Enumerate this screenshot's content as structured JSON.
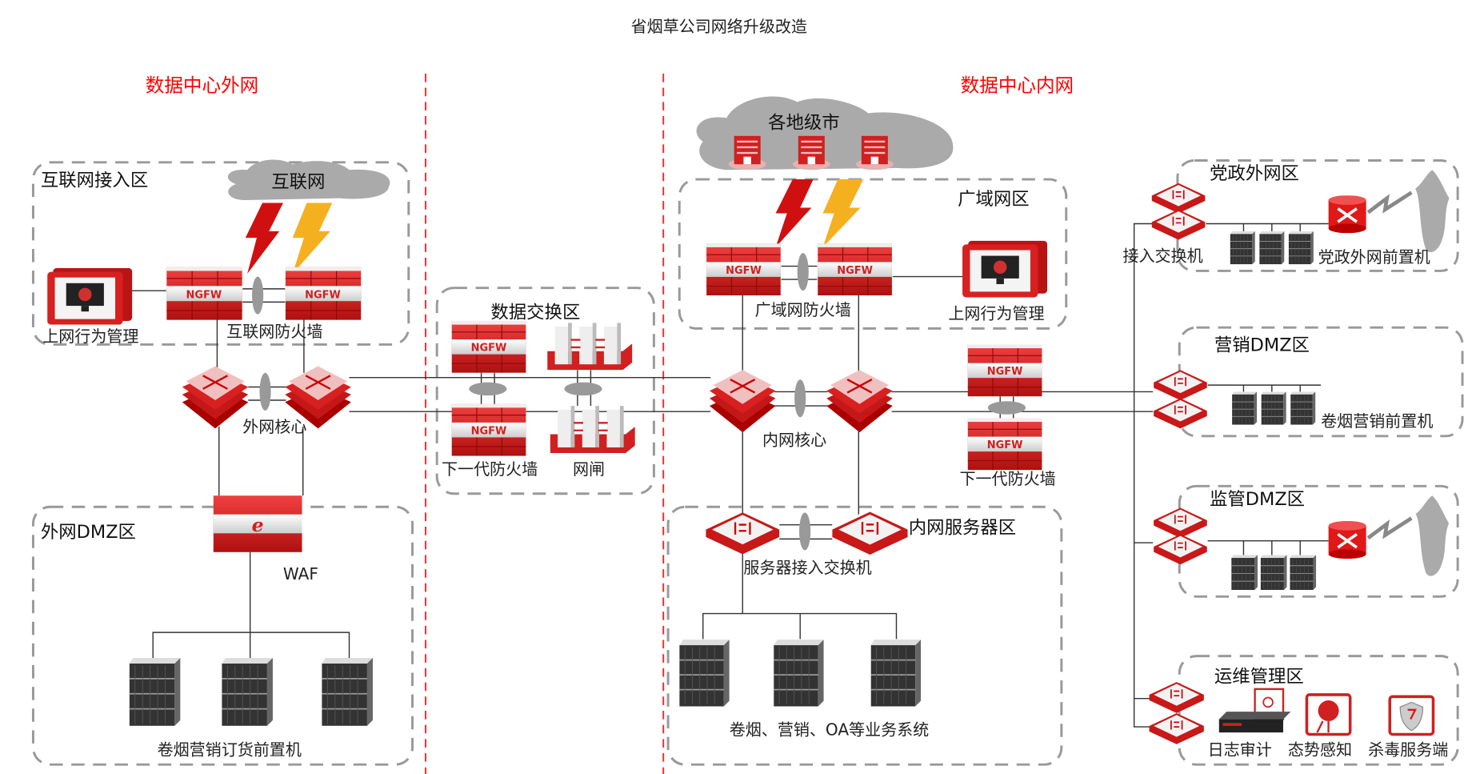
{
  "title": "省烟草公司网络升级改造",
  "sections": {
    "outer": "数据中心外网",
    "inner": "数据中心内网"
  },
  "colors": {
    "accent_red": "#e02020",
    "zone_border": "#999999",
    "separator": "#ff2222",
    "bolt_red": "#d01010",
    "bolt_yellow": "#f5b020"
  },
  "icons": {
    "ngfw_label": "NGFW"
  },
  "zones": {
    "internet_access": {
      "label": "互联网接入区",
      "cloud": "互联网",
      "behavior_mgmt": "上网行为管理",
      "firewall": "互联网防火墙"
    },
    "outer_core": {
      "label": "外网核心"
    },
    "data_exchange": {
      "label": "数据交换区",
      "ngfw": "下一代防火墙",
      "gate": "网闸"
    },
    "outer_dmz": {
      "label": "外网DMZ区",
      "waf": "WAF",
      "servers": "卷烟营销订货前置机"
    },
    "cities": {
      "cloud": "各地级市"
    },
    "wan": {
      "label": "广域网区",
      "firewall": "广域网防火墙",
      "behavior_mgmt": "上网行为管理"
    },
    "inner_core": {
      "label": "内网核心",
      "ngfw": "下一代防火墙"
    },
    "inner_servers": {
      "label": "内网服务器区",
      "switch": "服务器接入交换机",
      "systems": "卷烟、营销、OA等业务系统"
    },
    "party_gov": {
      "label": "党政外网区",
      "access_switch": "接入交换机",
      "servers": "党政外网前置机"
    },
    "marketing_dmz": {
      "label": "营销DMZ区",
      "servers": "卷烟营销前置机"
    },
    "supervision_dmz": {
      "label": "监管DMZ区"
    },
    "ops": {
      "label": "运维管理区",
      "log_audit": "日志审计",
      "situation": "态势感知",
      "antivirus": "杀毒服务端"
    }
  }
}
